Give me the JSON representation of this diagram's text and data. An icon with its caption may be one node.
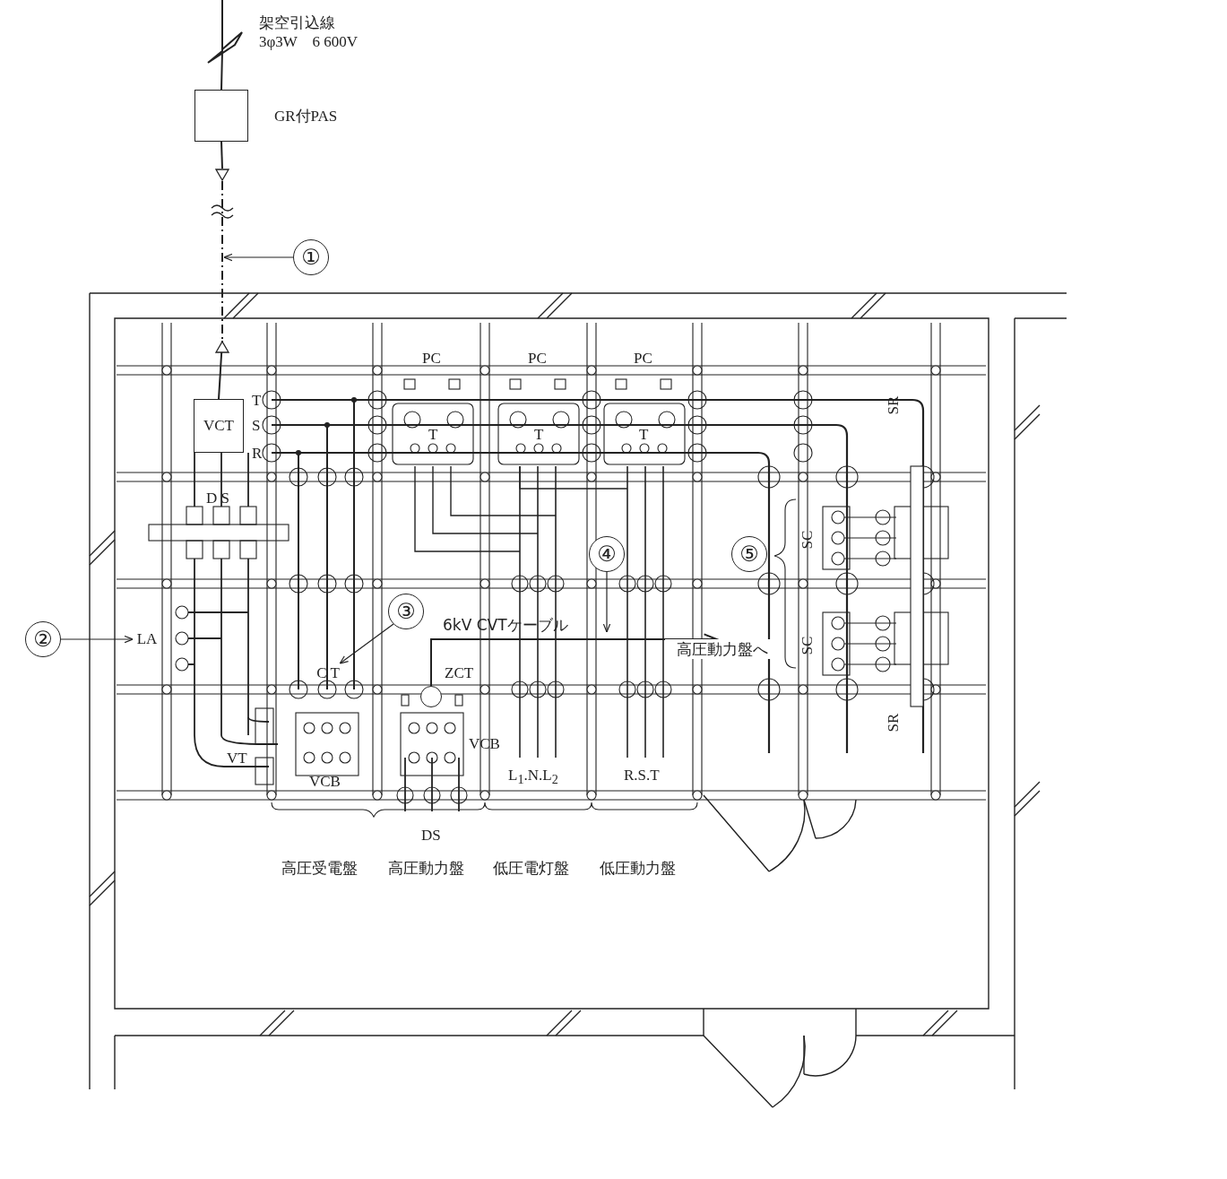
{
  "diagram": {
    "nodes": [
      {
        "text": [
          "①"
        ]
      },
      {
        "text": [
          "②"
        ]
      },
      {
        "text": [
          "③"
        ]
      },
      {
        "text": [
          "④"
        ]
      },
      {
        "text": [],
        "shape": "box",
        "beside": [
          "GR付PAS"
        ]
      },
      {
        "text": [
          "VCT"
        ]
      },
      {
        "text": [
          "LA"
        ]
      },
      {
        "text": [
          "C T"
        ]
      },
      {
        "text": [],
        "shape": "circle",
        "beside": [
          "ZCT"
        ]
      },
      {
        "text": [
          "⑤"
        ]
      },
      {
        "text": [
          "高圧動力盤へ"
        ]
      },
      {
        "text": [],
        "shape": "triangle"
      },
      {
        "text": [],
        "shape": "triangle"
      }
    ],
    "edges": [
      {
        "from": null,
        "to": 4,
        "arrow": "none"
      },
      {
        "from": 4,
        "to": 11,
        "arrow": "none"
      },
      {
        "from": 0,
        "to": null,
        "arrow": "to"
      },
      {
        "from": 1,
        "to": 6,
        "arrow": "to"
      },
      {
        "from": 2,
        "to": 7,
        "arrow": "to"
      },
      {
        "from": 3,
        "to": null,
        "arrow": "to"
      },
      {
        "from": 8,
        "to": 10,
        "arrow": "to",
        "label": "6kV CVTケーブル"
      },
      {
        "from": 11,
        "to": 12,
        "arrow": "none",
        "style": "dashed"
      },
      {
        "from": 12,
        "to": 5,
        "arrow": "none"
      }
    ],
    "labels": [
      "架空引込線",
      "3φ3W　6 600V",
      "PC",
      "PC",
      "PC",
      "T",
      "S",
      "R",
      "T",
      "T",
      "T",
      "D S",
      "SR",
      "SC",
      "SC",
      "VT",
      "VCB",
      "VCB",
      "L$_{1}$.N.L$_{2}$",
      "R.S.T",
      "SR",
      "DS",
      "高圧受電盤",
      "高圧動力盤",
      "低圧電灯盤",
      "低圧動力盤"
    ]
  }
}
